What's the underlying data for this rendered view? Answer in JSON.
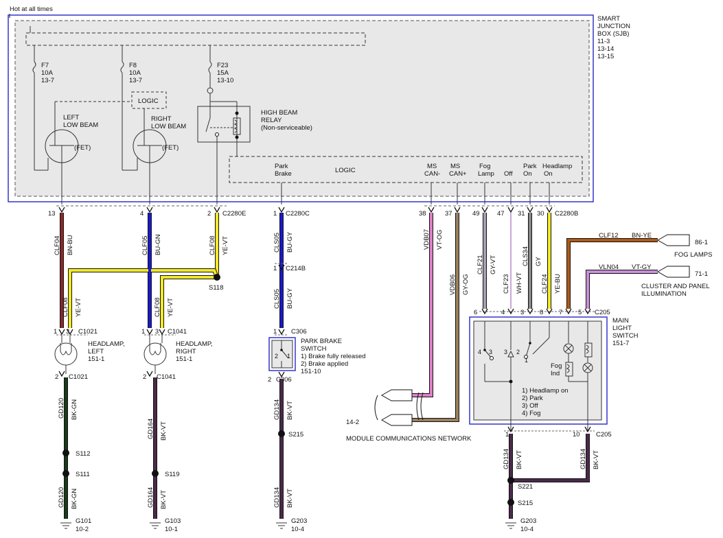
{
  "hot_label": "Hot at all times",
  "sjb": {
    "title": [
      "SMART",
      "JUNCTION",
      "BOX (SJB)"
    ],
    "refs": [
      "11-3",
      "13-14",
      "13-15"
    ],
    "logic_small": "LOGIC",
    "logic_big": "LOGIC"
  },
  "fuses": [
    {
      "name": "F7",
      "rating": "10A",
      "ref": "13-7"
    },
    {
      "name": "F8",
      "rating": "10A",
      "ref": "13-7"
    },
    {
      "name": "F23",
      "rating": "15A",
      "ref": "13-10"
    }
  ],
  "fets": [
    {
      "label1": "LEFT",
      "label2": "LOW BEAM",
      "fet": "(FET)"
    },
    {
      "label1": "RIGHT",
      "label2": "LOW BEAM",
      "fet": "(FET)"
    }
  ],
  "relay": {
    "l1": "HIGH BEAM",
    "l2": "RELAY",
    "l3": "(Non-serviceable)"
  },
  "logic_inputs": [
    {
      "l1": "Park",
      "l2": "Brake"
    },
    {
      "l1": "MS",
      "l2": "CAN-"
    },
    {
      "l1": "MS",
      "l2": "CAN+"
    },
    {
      "l1": "Fog",
      "l2": "Lamp"
    },
    {
      "l1": "",
      "l2": "Off"
    },
    {
      "l1": "Park",
      "l2": "On"
    },
    {
      "l1": "Headlamp",
      "l2": "On"
    }
  ],
  "pins": {
    "p13": "13",
    "p4": "4",
    "p2": "2",
    "c2280e": "C2280E",
    "p1a": "1",
    "c2280c": "C2280C",
    "p1b": "1",
    "c214b": "C214B",
    "p38": "38",
    "p37": "37",
    "p49": "49",
    "p47": "47",
    "p31": "31",
    "p30": "30",
    "c2280b": "C2280B",
    "h1": "1",
    "h3": "3",
    "c1021": "C1021",
    "h2": "2",
    "c1021b": "C1021",
    "r1": "1",
    "r3": "3",
    "c1041": "C1041",
    "r2": "2",
    "c1041b": "C1041",
    "pb1": "1",
    "c306": "C306",
    "pb2": "2",
    "c306b": "C306",
    "m6": "6",
    "m4": "4",
    "m3": "3",
    "m8": "8",
    "m7": "7",
    "m5": "5",
    "c205": "C205",
    "m1": "1",
    "m10": "10",
    "c205b": "C205"
  },
  "wires": {
    "clf04": "CLF04",
    "bnbu": "BN-BU",
    "clf05": "CLF05",
    "bugn": "BU-GN",
    "clf08a": "CLF08",
    "yevt_a": "YE-VT",
    "clf08b": "CLF08",
    "yevt_b": "YE-VT",
    "clf08c": "CLF08",
    "yevt_c": "YE-VT",
    "cls05a": "CLS05",
    "bugy_a": "BU-GY",
    "cls05b": "CLS05",
    "bugy_b": "BU-GY",
    "vdb07": "VDB07",
    "vtog": "VT-OG",
    "vdb06": "VDB06",
    "gyog": "GY-OG",
    "clf21": "CLF21",
    "gyvt": "GY-VT",
    "clf23": "CLF23",
    "whvt": "WH-VT",
    "cls34": "CLS34",
    "gy": "GY",
    "clf24": "CLF24",
    "yebu": "YE-BU",
    "clf12": "CLF12",
    "bnye": "BN-YE",
    "vln04": "VLN04",
    "vtgy": "VT-GY",
    "gd120a": "GD120",
    "bkgn_a": "BK-GN",
    "gd120b": "GD120",
    "bkgn_b": "BK-GN",
    "gd164a": "GD164",
    "bkvt_a": "BK-VT",
    "gd164b": "GD164",
    "bkvt_b": "BK-VT",
    "gd134a": "GD134",
    "bkvt_c": "BK-VT",
    "gd134b": "GD134",
    "bkvt_d": "BK-VT",
    "gd134c": "GD134",
    "bkvt_e": "BK-VT",
    "gd134d": "GD134",
    "bkvt_f": "BK-VT"
  },
  "splices": {
    "s118": "S118",
    "s112": "S112",
    "s111": "S111",
    "s119": "S119",
    "s215a": "S215",
    "s221": "S221",
    "s215b": "S215"
  },
  "headlamp_left": {
    "l1": "HEADLAMP,",
    "l2": "LEFT",
    "l3": "151-1"
  },
  "headlamp_right": {
    "l1": "HEADLAMP,",
    "l2": "RIGHT",
    "l3": "151-1"
  },
  "park_brake": {
    "l1": "PARK BRAKE",
    "l2": "SWITCH",
    "l3": "1) Brake fully released",
    "l4": "2) Brake applied",
    "l5": "151-10",
    "sw1": "1",
    "sw2": "2"
  },
  "fog_lamps": {
    "ref": "86-1",
    "label": "FOG LAMPS"
  },
  "cluster": {
    "ref": "71-1",
    "l1": "CLUSTER AND PANEL",
    "l2": "ILLUMINATION"
  },
  "network": {
    "ref": "14-2",
    "label": "MODULE COMMUNICATIONS NETWORK"
  },
  "mls": {
    "l1": "MAIN",
    "l2": "LIGHT",
    "l3": "SWITCH",
    "l4": "151-7",
    "sw4": "4",
    "sw3a": "3",
    "sw3b": "3",
    "sw2": "2",
    "sw1": "1",
    "fog1": "Fog",
    "fog2": "Ind",
    "positions": [
      "1) Headlamp on",
      "2) Park",
      "3) Off",
      "4) Fog"
    ]
  },
  "grounds": [
    {
      "name": "G101",
      "ref": "10-2"
    },
    {
      "name": "G103",
      "ref": "10-1"
    },
    {
      "name": "G203",
      "ref": "10-4"
    },
    {
      "name": "G203",
      "ref": "10-4"
    }
  ],
  "colors": {
    "border_blue": "#3333cc",
    "brown": "#8a2a2a",
    "blue": "#1a1acc",
    "yellow": "#f2e92a",
    "pink": "#e080c8",
    "gyog": "#9a8060",
    "gray": "#888888",
    "violet": "#b080c8",
    "orange_brown": "#b05a18"
  }
}
